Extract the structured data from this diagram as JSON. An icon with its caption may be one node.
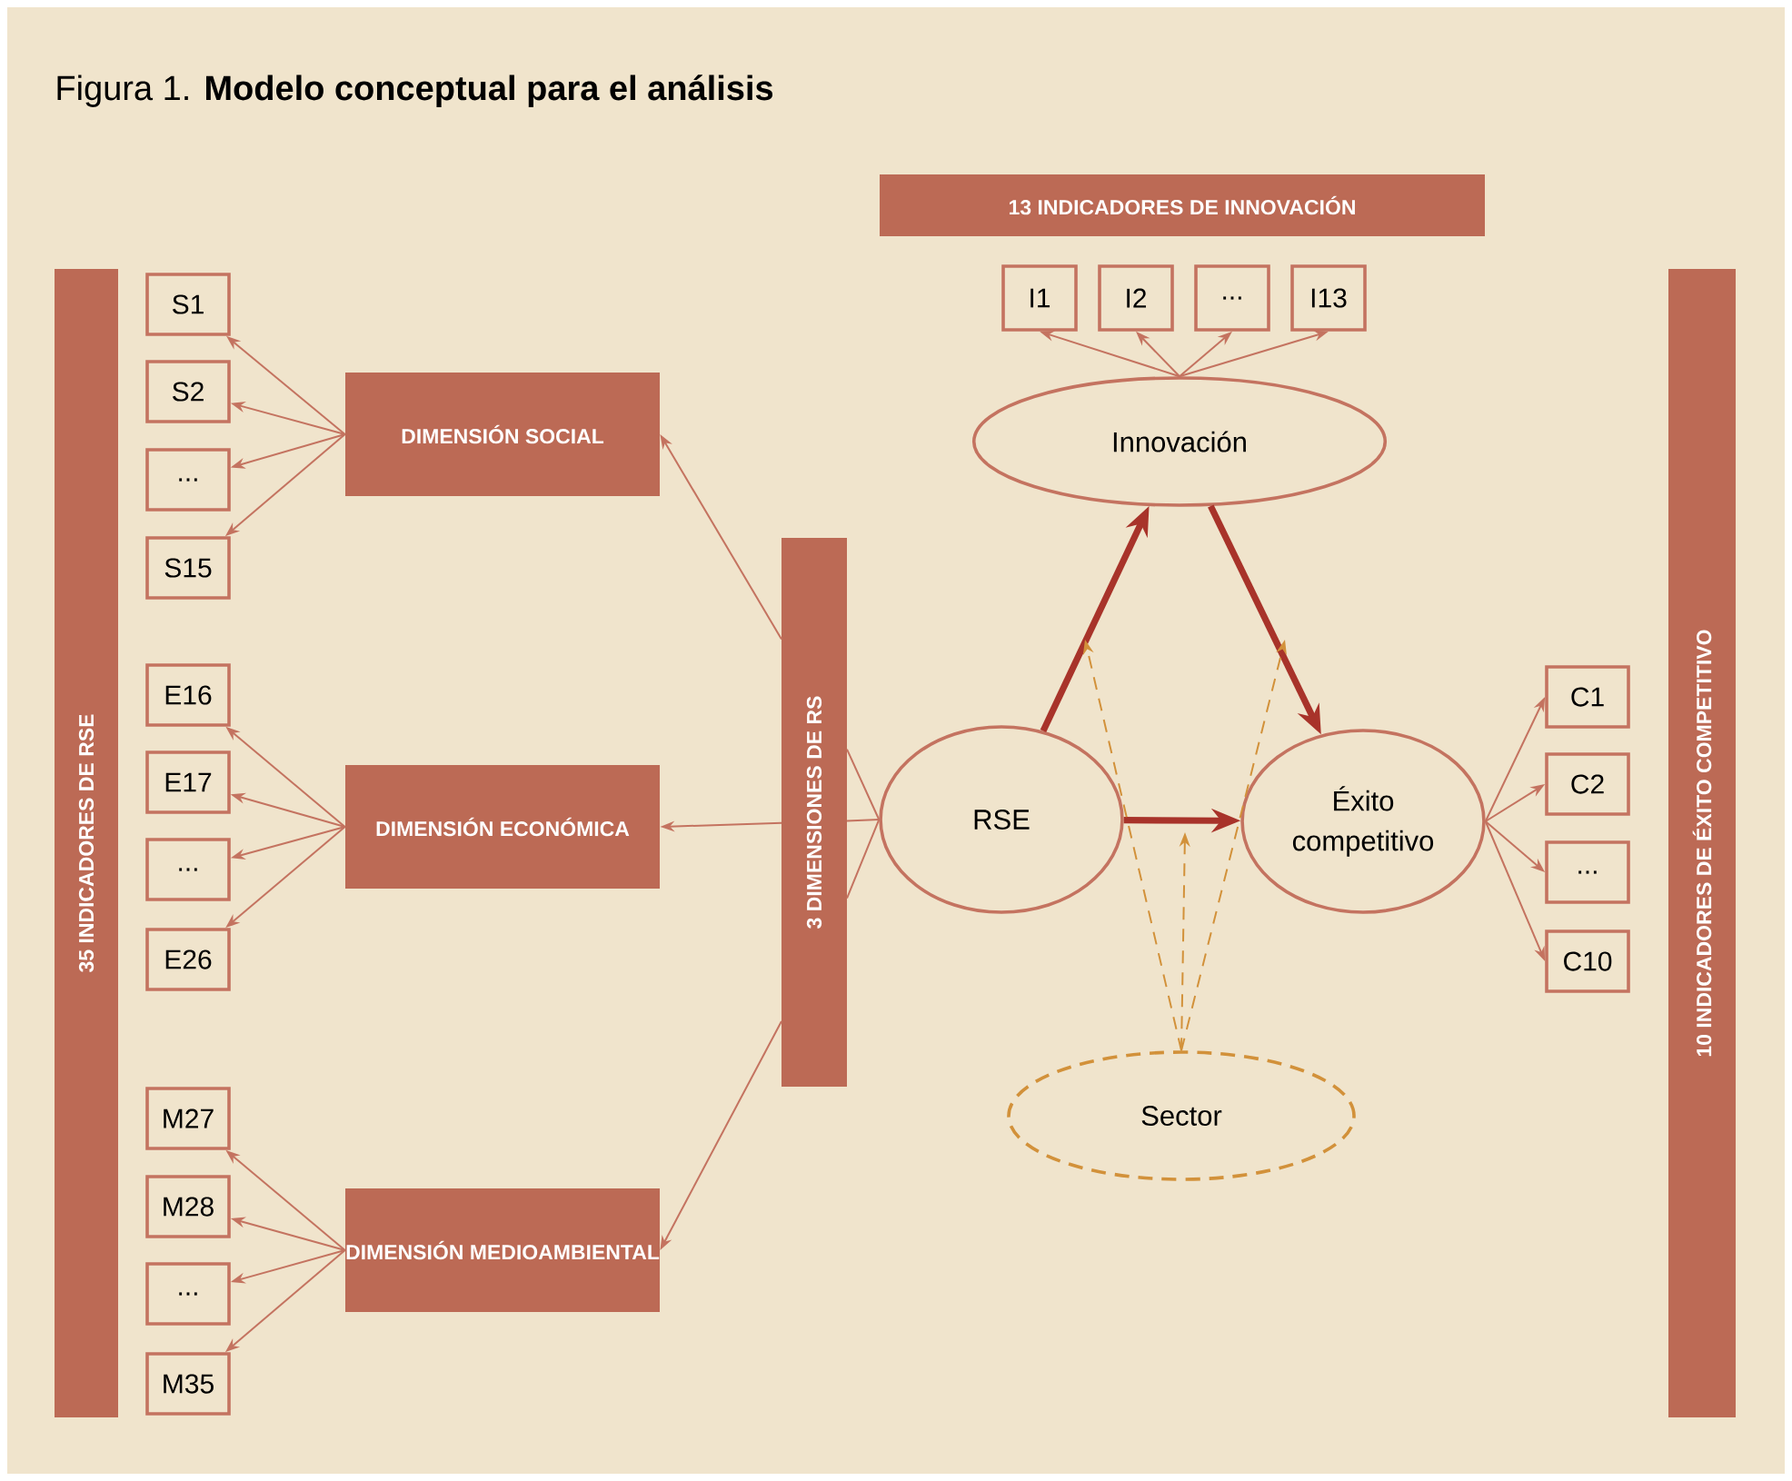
{
  "diagram": {
    "title": "Figura 1. **Modelo conceptual para el análisis**",
    "nodes": [
      {
        "text": [
          "35 INDICADORES DE RSE"
        ]
      },
      {
        "text": [
          "13 INDICADORES DE INNOVACIÓN"
        ]
      },
      {
        "text": [
          "I1"
        ]
      },
      {
        "text": [
          "I2"
        ]
      },
      {
        "text": [
          "..."
        ]
      },
      {
        "text": [
          "I13"
        ]
      },
      {
        "text": [
          "S1"
        ]
      },
      {
        "text": [
          "S2"
        ]
      },
      {
        "text": [
          "..."
        ]
      },
      {
        "text": [
          "S15"
        ]
      },
      {
        "text": [
          "E16"
        ]
      },
      {
        "text": [
          "E17"
        ]
      },
      {
        "text": [
          "..."
        ]
      },
      {
        "text": [
          "E26"
        ]
      },
      {
        "text": [
          "M27"
        ]
      },
      {
        "text": [
          "M28"
        ]
      },
      {
        "text": [
          "..."
        ]
      },
      {
        "text": [
          "M35"
        ]
      },
      {
        "text": [
          "DIMENSIÓN SOCIAL"
        ]
      },
      {
        "text": [
          "DIMENSIÓN ECONÓMICA"
        ]
      },
      {
        "text": [
          "DIMENSIÓN MEDIOAMBIENTAL"
        ]
      },
      {
        "text": [
          "3 DIMENSIONES DE RS"
        ]
      },
      {
        "text": [
          "Innovación"
        ]
      },
      {
        "text": [
          "RSE"
        ]
      },
      {
        "text": [
          "Éxito competitivo"
        ]
      },
      {
        "text": [
          "Sector"
        ]
      },
      {
        "text": [
          "C1"
        ]
      },
      {
        "text": [
          "C2"
        ]
      },
      {
        "text": [
          "..."
        ]
      },
      {
        "text": [
          "C10"
        ]
      },
      {
        "text": [
          "10 INDICADORES DE ÉXITO COMPETITIVO"
        ]
      }
    ],
    "edges": [
      {
        "from": 18,
        "to": 6,
        "arrow": "to"
      },
      {
        "from": 18,
        "to": 7,
        "arrow": "to"
      },
      {
        "from": 18,
        "to": 8,
        "arrow": "to"
      },
      {
        "from": 18,
        "to": 9,
        "arrow": "to"
      },
      {
        "from": 19,
        "to": 10,
        "arrow": "to"
      },
      {
        "from": 19,
        "to": 11,
        "arrow": "to"
      },
      {
        "from": 19,
        "to": 12,
        "arrow": "to"
      },
      {
        "from": 19,
        "to": 13,
        "arrow": "to"
      },
      {
        "from": 20,
        "to": 14,
        "arrow": "to"
      },
      {
        "from": 20,
        "to": 15,
        "arrow": "to"
      },
      {
        "from": 20,
        "to": 16,
        "arrow": "to"
      },
      {
        "from": 20,
        "to": 17,
        "arrow": "to"
      },
      {
        "from": 23,
        "to": 21,
        "arrow": "none"
      },
      {
        "from": 23,
        "to": 21,
        "arrow": "none"
      },
      {
        "from": 23,
        "to": 21,
        "arrow": "none"
      },
      {
        "from": 21,
        "to": 18,
        "arrow": "to"
      },
      {
        "from": 21,
        "to": 19,
        "arrow": "to"
      },
      {
        "from": 21,
        "to": 20,
        "arrow": "to"
      },
      {
        "from": 22,
        "to": 2,
        "arrow": "to"
      },
      {
        "from": 22,
        "to": 3,
        "arrow": "to"
      },
      {
        "from": 22,
        "to": 4,
        "arrow": "to"
      },
      {
        "from": 22,
        "to": 5,
        "arrow": "to"
      },
      {
        "from": 23,
        "to": 22,
        "arrow": "to",
        "style": "thick",
        "color": "#a8332a"
      },
      {
        "from": 22,
        "to": 24,
        "arrow": "to",
        "style": "thick",
        "color": "#a8332a"
      },
      {
        "from": 23,
        "to": 24,
        "arrow": "to",
        "style": "thick",
        "color": "#a8332a"
      },
      {
        "from": 25,
        "to": null,
        "arrow": "to",
        "style": "dashed",
        "color": "#d2913a"
      },
      {
        "from": 25,
        "to": null,
        "arrow": "to",
        "style": "dashed",
        "color": "#d2913a"
      },
      {
        "from": 25,
        "to": null,
        "arrow": "to",
        "style": "dashed",
        "color": "#d2913a"
      },
      {
        "from": 24,
        "to": 26,
        "arrow": "to"
      },
      {
        "from": 24,
        "to": 27,
        "arrow": "to"
      },
      {
        "from": 24,
        "to": 28,
        "arrow": "to"
      },
      {
        "from": 24,
        "to": 29,
        "arrow": "to"
      }
    ]
  }
}
